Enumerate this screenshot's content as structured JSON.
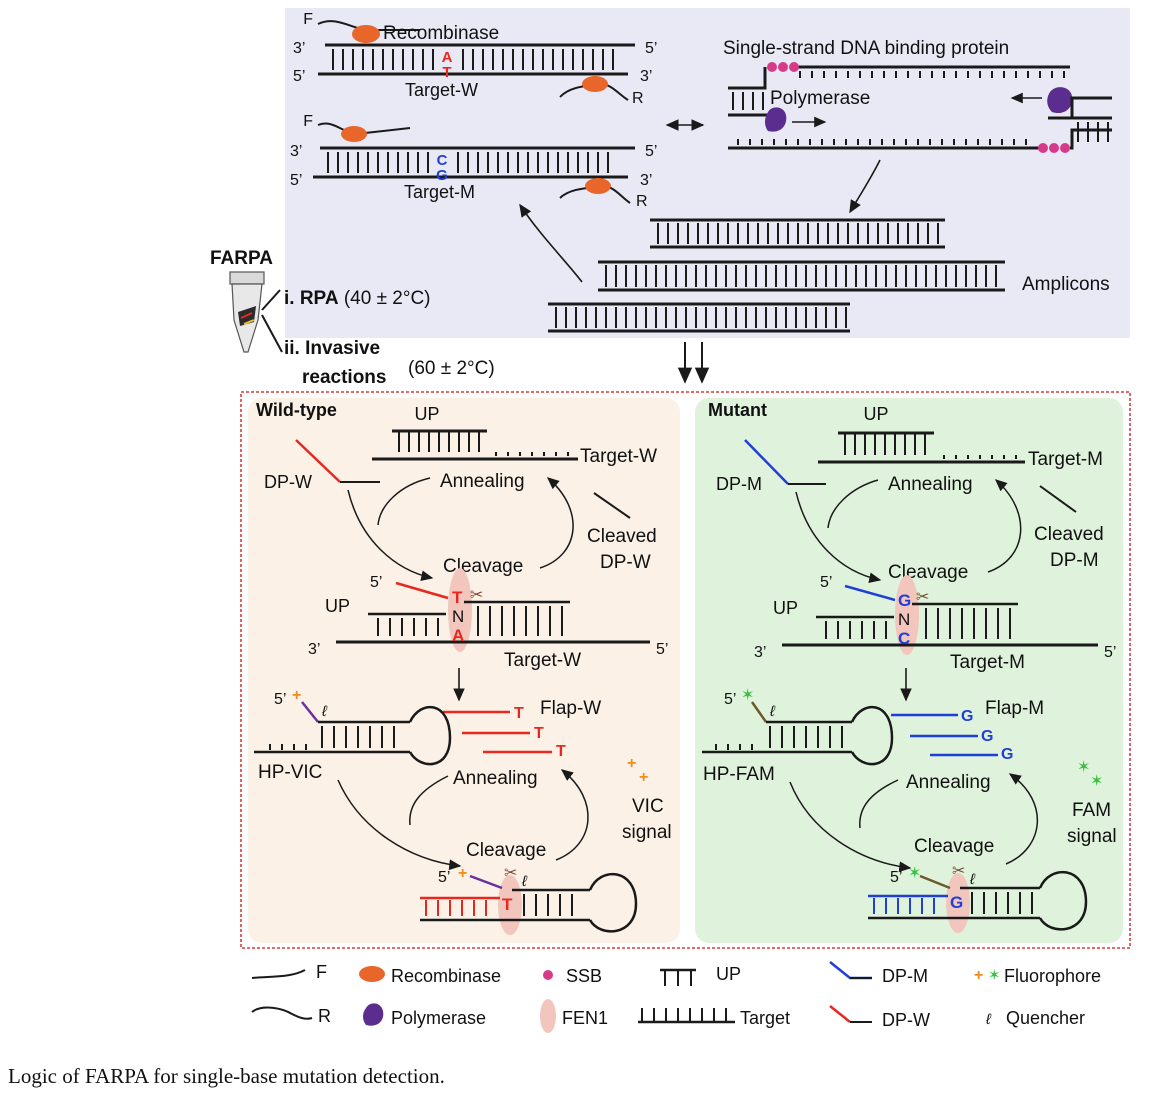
{
  "colors": {
    "panel_bg": "#e9e9f6",
    "wild_bg": "#fbf1e6",
    "mutant_bg": "#dff3dc",
    "border": "#d63c3c",
    "dna": "#1a1a1a",
    "red": "#e8281e",
    "blue": "#1f3fd6",
    "recombinase": "#e8662a",
    "ssb": "#d63b8a",
    "polymerase": "#5b2d8e",
    "fen1": "#f2c6bc",
    "vic": "#f08c1e",
    "fam": "#37c240"
  },
  "top": {
    "recombinase": "Recombinase",
    "F": "F",
    "R": "R",
    "three_prime": "3’",
    "five_prime": "5’",
    "base_A": "A",
    "base_T": "T",
    "base_C": "C",
    "base_G": "G",
    "target_w": "Target-W",
    "target_m": "Target-M",
    "ssb_label": "Single-strand DNA binding protein",
    "polymerase": "Polymerase",
    "amplicons": "Amplicons"
  },
  "farpa": {
    "title": "FARPA",
    "step1_bold": "i. RPA",
    "step1_temp": "(40 ± 2°C)",
    "step2_bold_a": "ii. Invasive",
    "step2_bold_b": "reactions",
    "step2_temp": "(60 ± 2°C)"
  },
  "wild": {
    "title": "Wild-type",
    "up": "UP",
    "target": "Target-W",
    "dp": "DP-W",
    "annealing": "Annealing",
    "cleaved_a": "Cleaved",
    "cleaved_b": "DP-W",
    "cleavage": "Cleavage",
    "five": "5’",
    "three": "3’",
    "base_top": "T",
    "base_n": "N",
    "base_bottom": "A",
    "flap": "Flap-W",
    "flap_base": "T",
    "hp": "HP-VIC",
    "annealing2": "Annealing",
    "signal_a": "VIC",
    "signal_b": "signal",
    "cleavage2": "Cleavage"
  },
  "mutant": {
    "title": "Mutant",
    "up": "UP",
    "target": "Target-M",
    "dp": "DP-M",
    "annealing": "Annealing",
    "cleaved_a": "Cleaved",
    "cleaved_b": "DP-M",
    "cleavage": "Cleavage",
    "five": "5’",
    "three": "3’",
    "base_top": "G",
    "base_n": "N",
    "base_bottom": "C",
    "flap": "Flap-M",
    "flap_base": "G",
    "hp": "HP-FAM",
    "annealing2": "Annealing",
    "signal_a": "FAM",
    "signal_b": "signal",
    "cleavage2": "Cleavage"
  },
  "legend": {
    "F": "F",
    "R": "R",
    "recombinase": "Recombinase",
    "polymerase": "Polymerase",
    "ssb": "SSB",
    "fen1": "FEN1",
    "up": "UP",
    "target": "Target",
    "dp_m": "DP-M",
    "dp_w": "DP-W",
    "fluorophore": "Fluorophore",
    "quencher": "Quencher"
  },
  "caption": "Logic of FARPA for single-base mutation detection."
}
